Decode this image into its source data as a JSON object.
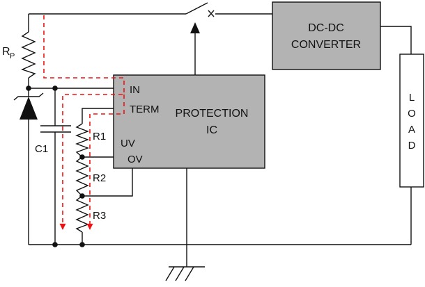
{
  "colors": {
    "block_fill": "#b3b3b3",
    "load_fill": "#ffffff",
    "wire": "#111111",
    "current_path": "#ee1111"
  },
  "labels": {
    "rp_main": "R",
    "rp_sub": "P",
    "c1": "C1",
    "r1": "R1",
    "r2": "R2",
    "r3": "R3"
  },
  "protection_ic": {
    "title_line1": "PROTECTION",
    "title_line2": "IC",
    "pin_in": "IN",
    "pin_term": "TERM",
    "pin_uv": "UV",
    "pin_ov": "OV"
  },
  "converter": {
    "line1": "DC-DC",
    "line2": "CONVERTER"
  },
  "load": {
    "letters": [
      "L",
      "O",
      "A",
      "D"
    ]
  },
  "icons": [
    "resistor-symbol",
    "zener-diode-symbol",
    "capacitor-symbol",
    "switch-symbol",
    "ground-symbol",
    "arrow-head-icon"
  ]
}
